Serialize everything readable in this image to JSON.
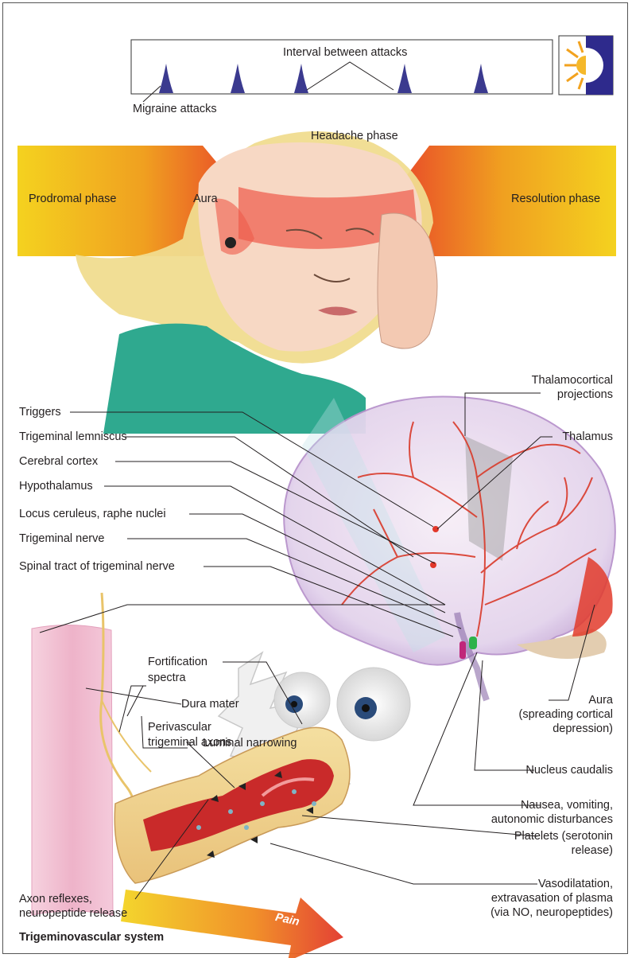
{
  "timeline": {
    "interval_label": "Interval between attacks",
    "attacks_label": "Migraine attacks"
  },
  "phases": {
    "headache": "Headache phase",
    "prodromal": "Prodromal phase",
    "aura": "Aura",
    "resolution": "Resolution phase"
  },
  "left_labels": {
    "triggers": "Triggers",
    "trigeminal_lemniscus": "Trigeminal lemniscus",
    "cerebral_cortex": "Cerebral cortex",
    "hypothalamus": "Hypothalamus",
    "locus_ceruleus": "Locus ceruleus, raphe nuclei",
    "trigeminal_nerve": "Trigeminal nerve",
    "spinal_tract": "Spinal tract of trigeminal nerve"
  },
  "right_labels": {
    "thalamocortical_1": "Thalamocortical",
    "thalamocortical_2": "projections",
    "thalamus": "Thalamus",
    "aura_1": "Aura",
    "aura_2": "(spreading cortical",
    "aura_3": "depression)",
    "nucleus_caudalis": "Nucleus caudalis",
    "nausea_1": "Nausea, vomiting,",
    "nausea_2": "autonomic disturbances",
    "platelets_1": "Platelets (serotonin",
    "platelets_2": "release)",
    "vasodilatation_1": "Vasodilatation,",
    "vasodilatation_2": "extravasation of plasma",
    "vasodilatation_3": "(via NO, neuropeptides)"
  },
  "mid_labels": {
    "fortification_1": "Fortification",
    "fortification_2": "spectra",
    "dura_mater": "Dura mater",
    "perivascular_1": "Perivascular",
    "perivascular_2": "trigeminal axons",
    "luminal_narrowing": "Luminal narrowing",
    "axon_reflexes_1": "Axon reflexes,",
    "axon_reflexes_2": "neuropeptide release",
    "pain": "Pain"
  },
  "caption": "Trigeminovascular system",
  "colors": {
    "attack_spike": "#3b3a8f",
    "band_yellow": "#f2cc1a",
    "band_red": "#e8432a",
    "brain_vessel": "#d93a2a",
    "dura": "#f2c6d6",
    "leader": "#231f20"
  }
}
